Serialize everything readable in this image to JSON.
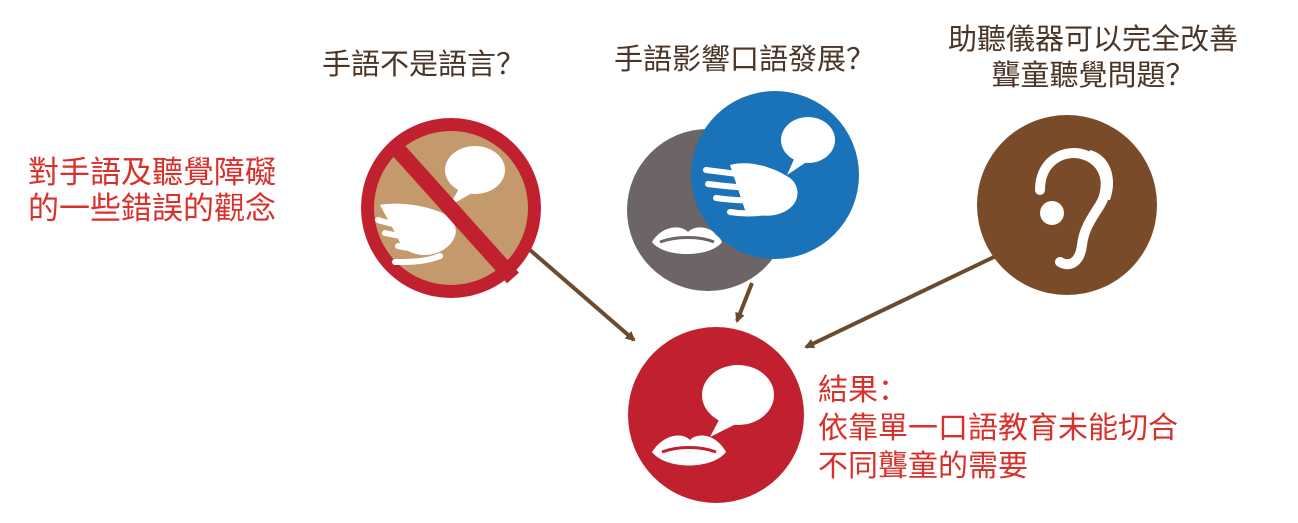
{
  "intro": {
    "line1": "對手語及聽覺障礙",
    "line2": "的一些錯誤的觀念"
  },
  "questions": [
    {
      "text": "手語不是語言？"
    },
    {
      "text": "手語影響口語發展？"
    },
    {
      "line1": "助聽儀器可以完全改善",
      "line2": "聾童聽覺問題？"
    }
  ],
  "result": {
    "line1": "結果：",
    "line2": "依靠單一口語教育未能切合",
    "line3": "不同聾童的需要"
  },
  "icons": [
    "no-sign-language-icon",
    "hand-bubble-icon",
    "mouth-icon",
    "hearing-aid-icon",
    "mouth-bubble-icon"
  ],
  "colors": {
    "red": "#c1202f",
    "tan": "#c49a6c",
    "grey": "#6d6565",
    "blue": "#1a73b8",
    "brown": "#7a4b28",
    "arrow": "#6b4a2e",
    "red_text": "#d9302b",
    "brown_text": "#4a3526"
  }
}
